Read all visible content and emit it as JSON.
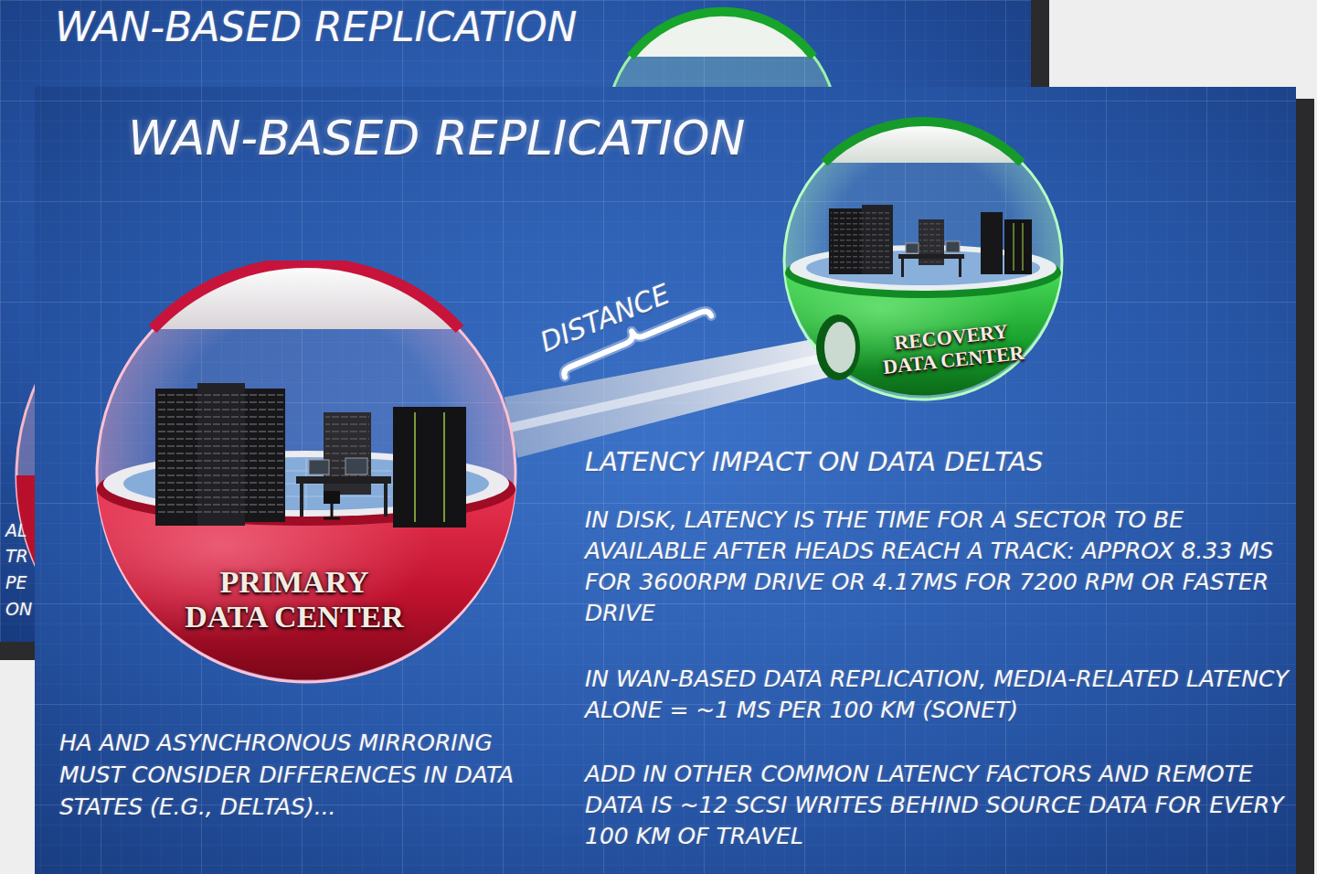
{
  "diagram": {
    "title": "WAN-BASED REPLICATION",
    "nodes": [
      {
        "text": [
          "PRIMARY DATA CENTER"
        ]
      },
      {
        "text": [
          "RECOVERY DATA CENTER"
        ]
      }
    ],
    "edges": [
      {
        "from": 0,
        "to": 1,
        "arrow": "none"
      }
    ],
    "labels": [
      "WAN-BASED REPLICATION",
      "DISTANCE",
      "LATENCY IMPACT ON DATA DELTAS",
      "IN DISK, LATENCY IS THE TIME FOR A SECTOR TO BE AVAILABLE AFTER HEADS REACH A TRACK: APPROX 8.33 MS FOR 3600RPM DRIVE OR 4.17MS FOR 7200 RPM OR FASTER DRIVE",
      "IN WAN-BASED DATA REPLICATION, MEDIA-RELATED LATENCY ALONE = ~1 MS PER 100 KM (SONET)",
      "ADD IN OTHER COMMON LATENCY FACTORS AND REMOTE DATA IS ~12 SCSI WRITES BEHIND SOURCE DATA FOR EVERY 100 KM OF TRAVEL",
      "HA AND ASYNCHRONOUS MIRRORING MUST CONSIDER DIFFERENCES IN DATA STATES (E.G., DELTAS)...",
      "AL",
      "TR",
      "PE",
      "ON"
    ]
  }
}
